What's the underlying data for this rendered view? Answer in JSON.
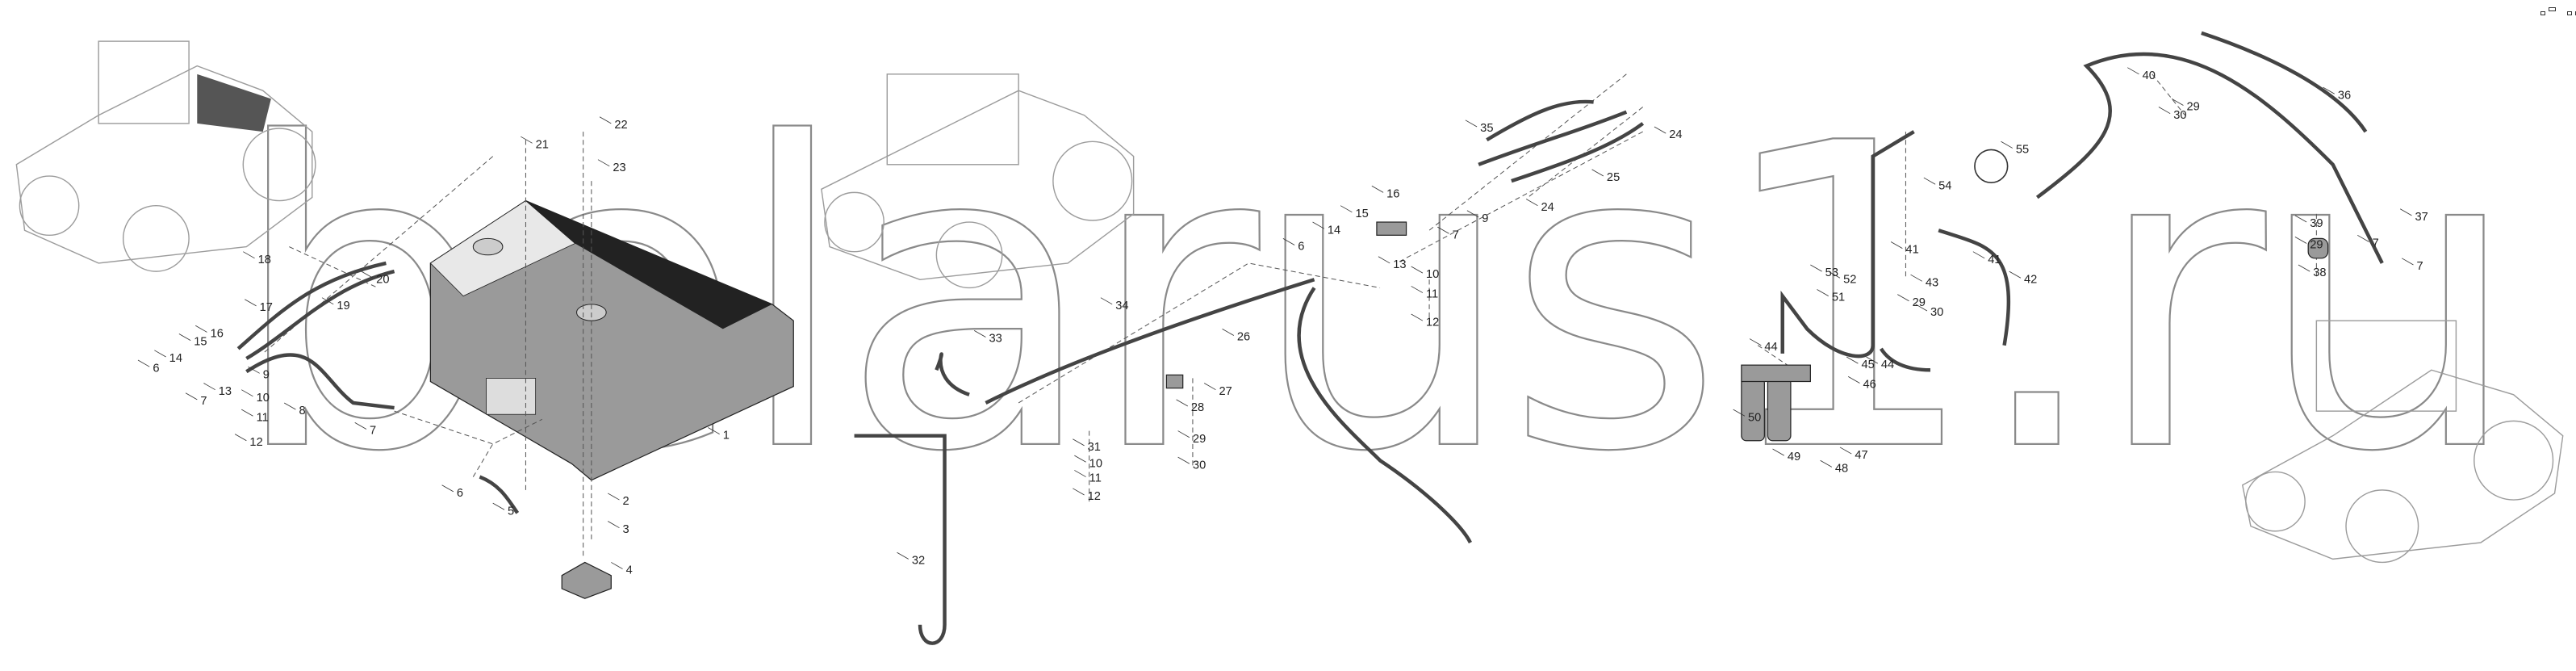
{
  "watermark": "belarus1.ru",
  "colors": {
    "line": "#222222",
    "tank": "#9a9a9a",
    "watermark": "#8a8a8a"
  },
  "view_controls": [
    "zoom-toggle-icon",
    "fullscreen-icon",
    "option-1-icon",
    "option-2-icon",
    "option-3-icon"
  ],
  "groups": {
    "fuel_tank": [
      "22",
      "21",
      "23",
      "18",
      "20",
      "17",
      "19",
      "16",
      "15",
      "9",
      "14",
      "6",
      "10",
      "13",
      "7",
      "11",
      "8",
      "7",
      "12",
      "1",
      "6",
      "5",
      "2",
      "3",
      "4"
    ],
    "fuel_lines": [
      "35",
      "24",
      "25",
      "16",
      "24",
      "15",
      "9",
      "14",
      "6",
      "7",
      "13",
      "10",
      "11",
      "12",
      "34",
      "26",
      "33",
      "27",
      "28",
      "29",
      "30",
      "31",
      "10",
      "11",
      "12",
      "32"
    ],
    "fuel_filter": [
      "55",
      "54",
      "41",
      "53",
      "52",
      "43",
      "41",
      "42",
      "51",
      "29",
      "30",
      "44",
      "45",
      "46",
      "44",
      "50",
      "47",
      "49",
      "48",
      "40",
      "29",
      "30",
      "36",
      "39",
      "37",
      "29",
      "7",
      "38",
      "7"
    ]
  }
}
